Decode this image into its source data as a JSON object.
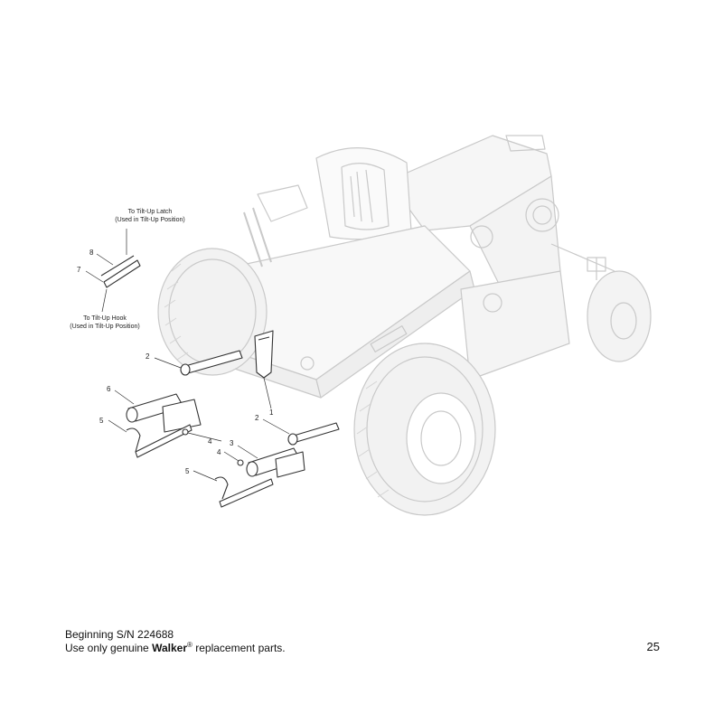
{
  "figure": {
    "callouts": {
      "c1": "1",
      "c2a": "2",
      "c2b": "2",
      "c3": "3",
      "c4a": "4",
      "c4b": "4",
      "c5a": "5",
      "c5b": "5",
      "c6": "6",
      "c7": "7",
      "c8": "8"
    },
    "notes": {
      "latch_line1": "To Tilt-Up Latch",
      "latch_line2": "(Used in Tilt-Up Position)",
      "hook_line1": "To Tilt-Up Hook",
      "hook_line2": "(Used in Tilt-Up Position)"
    }
  },
  "footer": {
    "serial": "Beginning S/N 224688",
    "parts_prefix": "Use only genuine ",
    "brand": "Walker",
    "registered": "®",
    "parts_suffix": " replacement parts.",
    "page_number": "25"
  }
}
